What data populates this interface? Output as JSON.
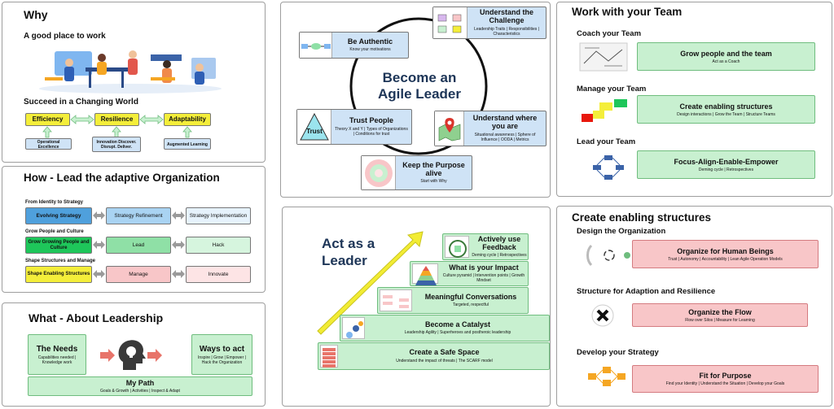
{
  "why": {
    "title": "Why",
    "subtitle": "A good place to work",
    "section": "Succeed in a Changing World",
    "boxes": [
      {
        "label": "Efficiency"
      },
      {
        "label": "Resilience"
      },
      {
        "label": "Adaptability"
      }
    ],
    "subs": [
      {
        "label": "Operational Excellence"
      },
      {
        "label": "Innovation Discover. Disrupt. Deliver."
      },
      {
        "label": "Augmented Learning"
      }
    ]
  },
  "how": {
    "title": "How - Lead the adaptive Organization",
    "rows": [
      {
        "heading": "From Identity to  Strategy",
        "cells": [
          "Evolving Strategy",
          "Strategy Refinement",
          "Strategy Implementation"
        ]
      },
      {
        "heading": "Grow People and Culture",
        "cells": [
          "Grow Growing People and Culture",
          "Lead",
          "Hack"
        ]
      },
      {
        "heading": "Shape Structures and Manage",
        "cells": [
          "Shape Enabling Structures",
          "Manage",
          "Innovate"
        ]
      }
    ]
  },
  "what": {
    "title": "What - About Leadership",
    "needs": {
      "title": "The Needs",
      "text": "Capabilities needed | Knowledge work"
    },
    "ways": {
      "title": "Ways to act",
      "text": "Inspire | Grow | Empower | Hack the Organization"
    },
    "path": {
      "title": "My Path",
      "text": "Goals & Growth | Activities | Inspect & Adapt"
    }
  },
  "agile": {
    "center": "Become an Agile Leader",
    "authentic": {
      "title": "Be Authentic",
      "text": "Know your motivations"
    },
    "challenge": {
      "title": "Understand the Challenge",
      "text": "Leadership Traits | Responsibilities | Characteristics"
    },
    "trust": {
      "title": "Trust People",
      "text": "Theory X and Y | Types of Organizations | Conditions for trust",
      "icon_label": "Trust"
    },
    "where": {
      "title": "Understand where you are",
      "text": "Situational awareness | Sphere of Influence | OODA | Metrics"
    },
    "purpose": {
      "title": "Keep the Purpose alive",
      "text": "Start with Why"
    }
  },
  "act": {
    "title": "Act as a Leader",
    "steps": [
      {
        "title": "Create a Safe Space",
        "text": "Understand the impact of threats | The SCARF model"
      },
      {
        "title": "Become a Catalyst",
        "text": "Leadership Agility | Superheroes and postheroic leadership"
      },
      {
        "title": "Meaningful Conversations",
        "text": "Targeted, respectful"
      },
      {
        "title": "What is your Impact",
        "text": "Culture pyramid | Intervention points | Growth Mindset"
      },
      {
        "title": "Actively use Feedback",
        "text": "Deming cycle | Retrospectives"
      }
    ]
  },
  "team": {
    "title": "Work with your Team",
    "items": [
      {
        "heading": "Coach your Team",
        "title": "Grow people and the team",
        "text": "Act as a Coach"
      },
      {
        "heading": "Manage your Team",
        "title": "Create enabling structures",
        "text": "Design interactions | Grow the Team | Structure Teams"
      },
      {
        "heading": "Lead your Team",
        "title": "Focus-Align-Enable-Empower",
        "text": "Deming cycle | Retrospectives"
      }
    ]
  },
  "structures": {
    "title": "Create enabling structures",
    "items": [
      {
        "heading": "Design the Organization",
        "title": "Organize for Human Beings",
        "text": "Trust | Autonomy | Accountability | Lean Agile Operation Models"
      },
      {
        "heading": "Structure for Adaption and Resilience",
        "title": "Organize the Flow",
        "text": "Flow over Silos | Measure for Learning"
      },
      {
        "heading": "Develop your Strategy",
        "title": "Fit for Purpose",
        "text": "Find your Identity | Understand the Situation | Develop your Goals"
      }
    ]
  },
  "colors": {
    "yellow": "#f4ee3a",
    "green": "#c8f0d0",
    "blue": "#cfe3f6",
    "red": "#f8c6c8",
    "stair_arrow": "#f2ec34"
  }
}
